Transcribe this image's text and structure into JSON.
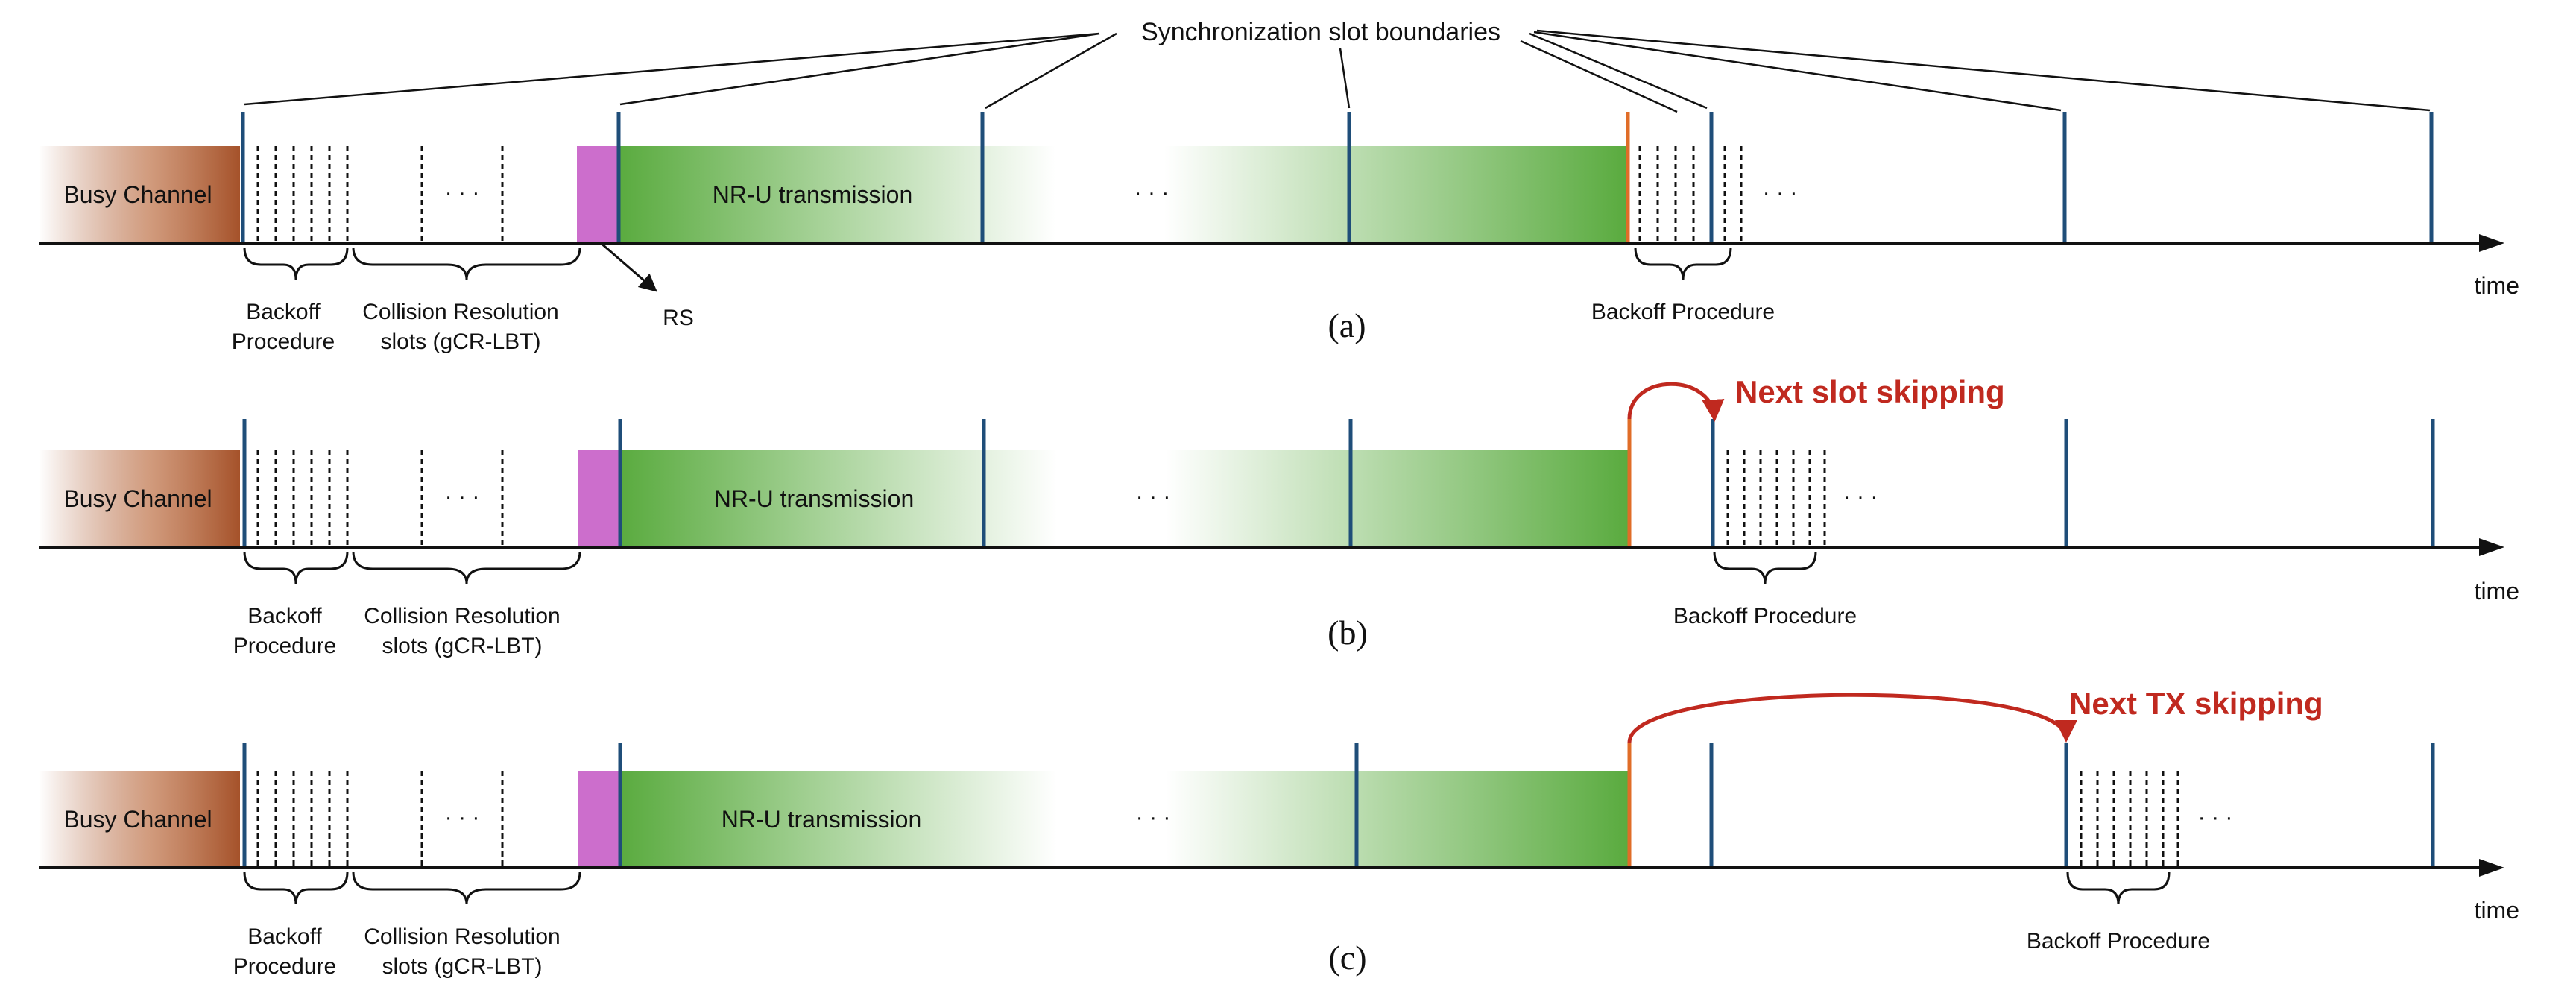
{
  "header": {
    "sync_boundaries_label": "Synchronization slot boundaries"
  },
  "colors": {
    "busy": "#a5522a",
    "nru": "#5aab3f",
    "rs": "#cc6ecc",
    "boundary": "#1f4e79",
    "orange_boundary": "#e06d28",
    "skip_red": "#c0291f",
    "axis": "#111111"
  },
  "panels": [
    {
      "id": "a",
      "busy_label": "Busy Channel",
      "nru_label": "NR-U transmission",
      "mid_ellipsis": "· · ·",
      "cr_ellipsis": "· · ·",
      "tail_ellipsis": "· · ·",
      "backoff_label_line1": "Backoff",
      "backoff_label_line2": "Procedure",
      "cr_label_line1": "Collision Resolution",
      "cr_label_line2": "slots (gCR-LBT)",
      "rs_label": "RS",
      "late_backoff_label": "Backoff Procedure",
      "time_label": "time",
      "caption": "(a)"
    },
    {
      "id": "b",
      "busy_label": "Busy Channel",
      "nru_label": "NR-U transmission",
      "mid_ellipsis": "· · ·",
      "cr_ellipsis": "· · ·",
      "tail_ellipsis": "· · ·",
      "backoff_label_line1": "Backoff",
      "backoff_label_line2": "Procedure",
      "cr_label_line1": "Collision Resolution",
      "cr_label_line2": "slots (gCR-LBT)",
      "late_backoff_label": "Backoff Procedure",
      "skip_label": "Next slot skipping",
      "time_label": "time",
      "caption": "(b)"
    },
    {
      "id": "c",
      "busy_label": "Busy Channel",
      "nru_label": "NR-U transmission",
      "mid_ellipsis": "· · ·",
      "cr_ellipsis": "· · ·",
      "tail_ellipsis": "· · ·",
      "backoff_label_line1": "Backoff",
      "backoff_label_line2": "Procedure",
      "cr_label_line1": "Collision Resolution",
      "cr_label_line2": "slots (gCR-LBT)",
      "late_backoff_label": "Backoff Procedure",
      "skip_label": "Next TX skipping",
      "time_label": "time",
      "caption": "(c)"
    }
  ]
}
